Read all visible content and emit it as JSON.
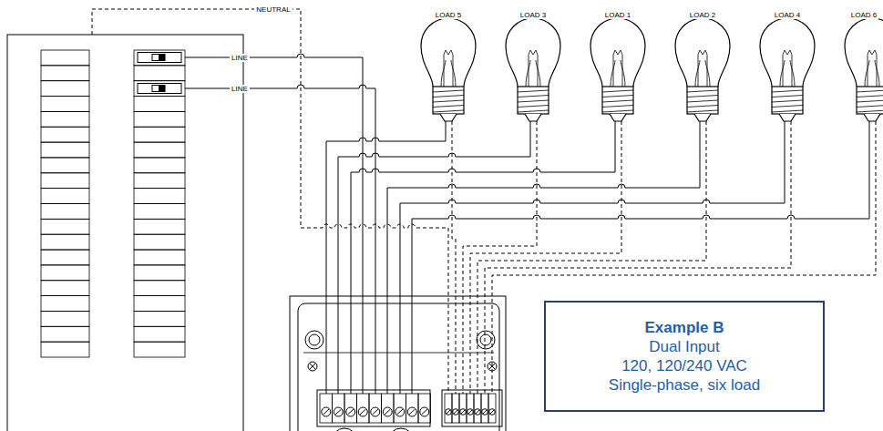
{
  "diagram": {
    "nodes": [
      {
        "text": [
          "Example B",
          "Dual Input",
          "120, 120/240 VAC",
          "Single-phase, six load"
        ]
      }
    ],
    "labels": [
      "NEUTRAL",
      "LINE",
      "LINE",
      "LOAD 5",
      "LOAD 3",
      "LOAD 1",
      "LOAD 2",
      "LOAD 4",
      "LOAD 6"
    ]
  }
}
